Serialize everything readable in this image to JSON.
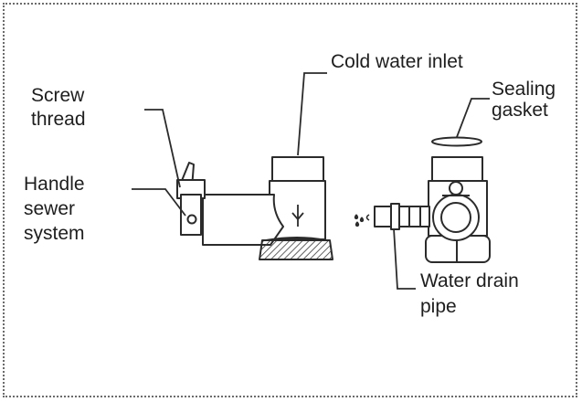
{
  "labels": {
    "cold_water_inlet": "Cold water inlet",
    "sealing_gasket": "Sealing\ngasket",
    "screw_thread": "Screw\nthread",
    "handle_sewer_system": "Handle\nsewer\nsystem",
    "water_drain_pipe": "Water drain\npipe"
  },
  "colors": {
    "line": "#2b2b2b",
    "text": "#1e1e1e",
    "border": "#6b6b6b"
  }
}
